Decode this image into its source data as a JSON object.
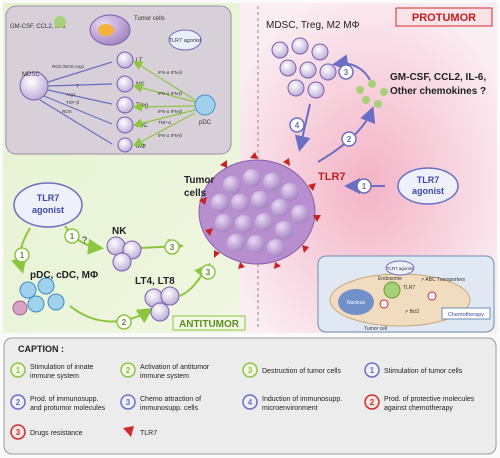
{
  "colors": {
    "green": "#8cc63f",
    "blue": "#6a6fc4",
    "red": "#d22a2a",
    "purple": "#7a5fb0",
    "antitumor_bg": "#dff0c8",
    "protumor_bg": "#f9dfe8",
    "caption_bg": "#e8e8e8"
  },
  "inset_top_left": {
    "tumor_cells": "Tumor cells",
    "tlr7_agonist": "TLR7 agonist",
    "cytokines": "GM-CSF, CCL2, IL-6",
    "mdsc": "MDSC",
    "lt": "LT",
    "nk": "NK",
    "treg": "Treg",
    "cdc": "cDC",
    "mphi": "MΦ",
    "pdc": "pDC",
    "ros": "ROS iNOS Arg1",
    "arg1": "Arg1",
    "tgf": "TGF-β",
    "ros2": "ROS",
    "q": "?",
    "ifn1": "IFN-α IFN-β",
    "ifn2": "IFN-α IFN-β",
    "ifn3": "IFN-α IFN-β",
    "tnf": "TNF-α",
    "ifn4": "IFN-α IFN-β"
  },
  "protumor": {
    "title": "PROTUMOR",
    "cells": "MDSC, Treg, M2 MΦ",
    "chemokines_line1": "GM-CSF, CCL2, IL-6,",
    "chemokines_line2": "Other chemokines ?",
    "tlr7": "TLR7",
    "agonist_line1": "TLR7",
    "agonist_line2": "agonist"
  },
  "antitumor": {
    "title": "ANTITUMOR",
    "agonist_line1": "TLR7",
    "agonist_line2": "agonist",
    "tumor_cells_line1": "Tumor",
    "tumor_cells_line2": "cells",
    "nk": "NK",
    "q": "?",
    "dcs": "pDC, cDC, MΦ",
    "lt": "LT4, LT8"
  },
  "inset_bottom_right": {
    "tlr7_agonist": "TLR7 agonist",
    "endosome": "Endosome",
    "tlr7": "TLR7",
    "nucleus": "Nucleus",
    "abc": "↗ ABC Transporters",
    "bcl2": "↗ Bcl2",
    "chemo": "Chemotherapy",
    "tumor_cell": "Tumor cell"
  },
  "caption": {
    "title": "CAPTION :",
    "items": [
      {
        "num": "1",
        "kind": "green",
        "line1": "Stimulation of innate",
        "line2": "immune system"
      },
      {
        "num": "2",
        "kind": "green",
        "line1": "Activation of antitumor",
        "line2": "immune system"
      },
      {
        "num": "3",
        "kind": "green",
        "line1": "Destruction of tumor cells",
        "line2": ""
      },
      {
        "num": "1",
        "kind": "purple",
        "line1": "Stimulation of tumor cells",
        "line2": ""
      },
      {
        "num": "2",
        "kind": "purple",
        "line1": "Prod. of immunosupp.",
        "line2": "and protumor molecules"
      },
      {
        "num": "3",
        "kind": "purple",
        "line1": "Chemo attraction of",
        "line2": "immunosupp. cells"
      },
      {
        "num": "4",
        "kind": "purple",
        "line1": "Induction of immunosupp.",
        "line2": "microenvironment"
      },
      {
        "num": "2",
        "kind": "red",
        "line1": "Prod. of protective molecules",
        "line2": "against chemotherapy"
      },
      {
        "num": "3",
        "kind": "red",
        "line1": "Drugs resistance",
        "line2": ""
      },
      {
        "num": "",
        "kind": "receptor",
        "line1": "TLR7",
        "line2": ""
      }
    ]
  }
}
